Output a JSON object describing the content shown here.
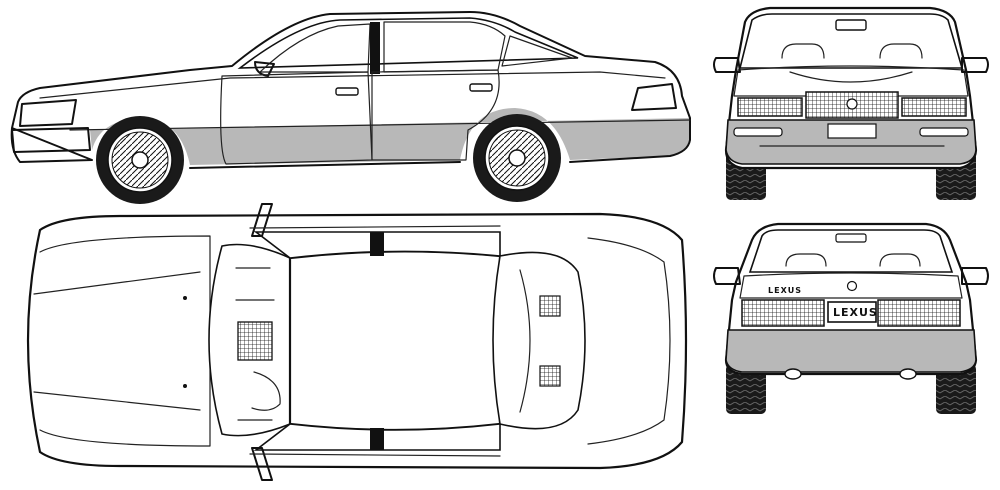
{
  "blueprint": {
    "views": [
      "side-view",
      "front-view",
      "top-view",
      "rear-view"
    ],
    "colors": {
      "line": "#111111",
      "lower_body": "#b0b0b0",
      "shading": "#cfcfcf",
      "background": "#ffffff"
    },
    "rear_view": {
      "trunk_badge": "LEXUS",
      "plate_badge": "LEXUS"
    }
  }
}
